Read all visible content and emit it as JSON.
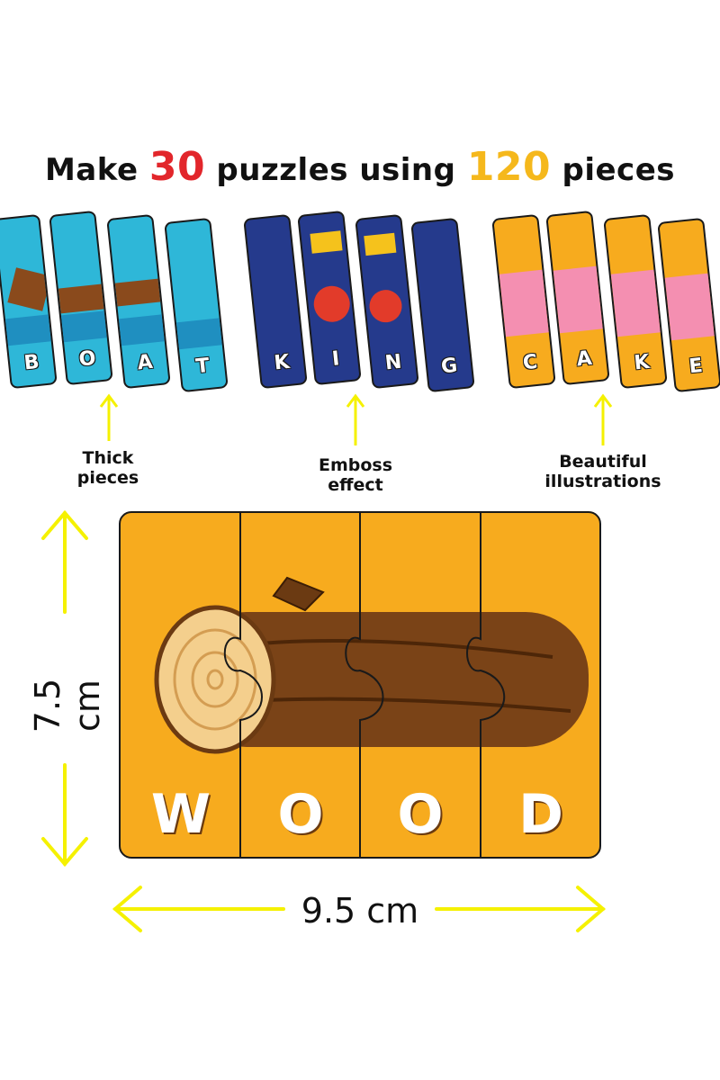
{
  "headline": {
    "part1": "Make ",
    "num1": "30",
    "part2": " puzzles using ",
    "num2": "120",
    "part3": " pieces"
  },
  "puzzles": [
    {
      "word": "BOAT",
      "letters": [
        "B",
        "O",
        "A",
        "T"
      ],
      "background_color": "#2eb7d8",
      "feature_label_line1": "Thick",
      "feature_label_line2": "pieces"
    },
    {
      "word": "KING",
      "letters": [
        "K",
        "I",
        "N",
        "G"
      ],
      "background_color": "#253a8c",
      "feature_label_line1": "Emboss",
      "feature_label_line2": "effect"
    },
    {
      "word": "CAKE",
      "letters": [
        "C",
        "A",
        "K",
        "E"
      ],
      "background_color": "#f7ab1e",
      "feature_label_line1": "Beautiful",
      "feature_label_line2": "illustrations"
    }
  ],
  "big_puzzle": {
    "word": "WOOD",
    "letters": [
      "W",
      "O",
      "O",
      "D"
    ],
    "background_color": "#f7ab1e"
  },
  "dimensions": {
    "height": "7.5 cm",
    "width": "9.5 cm"
  },
  "colors": {
    "accent_red": "#e2262b",
    "accent_yellow": "#f5b81c",
    "arrow_yellow": "#f5f100"
  }
}
